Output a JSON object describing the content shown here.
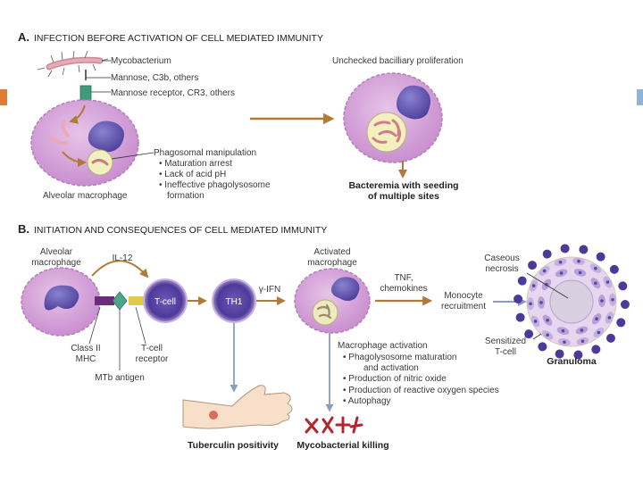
{
  "slide": {
    "accent_left": "#e07b39",
    "accent_right": "#8fb4d9"
  },
  "sectionA": {
    "letter": "A.",
    "title": "INFECTION BEFORE ACTIVATION OF CELL MEDIATED IMMUNITY",
    "labels": {
      "mycobacterium": "Mycobacterium",
      "ligands": "Mannose, C3b, others",
      "receptor": "Mannose receptor, CR3, others",
      "alveolar_macrophage": "Alveolar macrophage",
      "phagosomal_title": "Phagosomal manipulation",
      "phagosomal_bullets": [
        "Maturation arrest",
        "Lack of acid pH",
        "Ineffective phagolysosome",
        "formation"
      ],
      "proliferation": "Unchecked bacilliary proliferation",
      "bacteremia_line1": "Bacteremia with seeding",
      "bacteremia_line2": "of multiple sites"
    }
  },
  "sectionB": {
    "letter": "B.",
    "title": "INITIATION AND CONSEQUENCES OF CELL MEDIATED IMMUNITY",
    "labels": {
      "alveolar_line1": "Alveolar",
      "alveolar_line2": "macrophage",
      "il12": "IL-12",
      "tcell": "T-cell",
      "th1": "TH1",
      "class2_line1": "Class II",
      "class2_line2": "MHC",
      "tcr_line1": "T-cell",
      "tcr_line2": "receptor",
      "mtb_antigen": "MTb antigen",
      "ifn": "γ-IFN",
      "activated_line1": "Activated",
      "activated_line2": "macrophage",
      "tnf_line1": "TNF,",
      "tnf_line2": "chemokines",
      "monocyte_line1": "Monocyte",
      "monocyte_line2": "recruitment",
      "caseous_line1": "Caseous",
      "caseous_line2": "necrosis",
      "sensitized_line1": "Sensitized",
      "sensitized_line2": "T-cell",
      "granuloma": "Granuloma",
      "activation_title": "Macrophage activation",
      "activation_bullets": [
        "Phagolysosome maturation",
        "and activation",
        "Production of nitric oxide",
        "Production of reactive oxygen species",
        "Autophagy"
      ],
      "tuberculin": "Tuberculin positivity",
      "killing": "Mycobacterial killing"
    }
  }
}
